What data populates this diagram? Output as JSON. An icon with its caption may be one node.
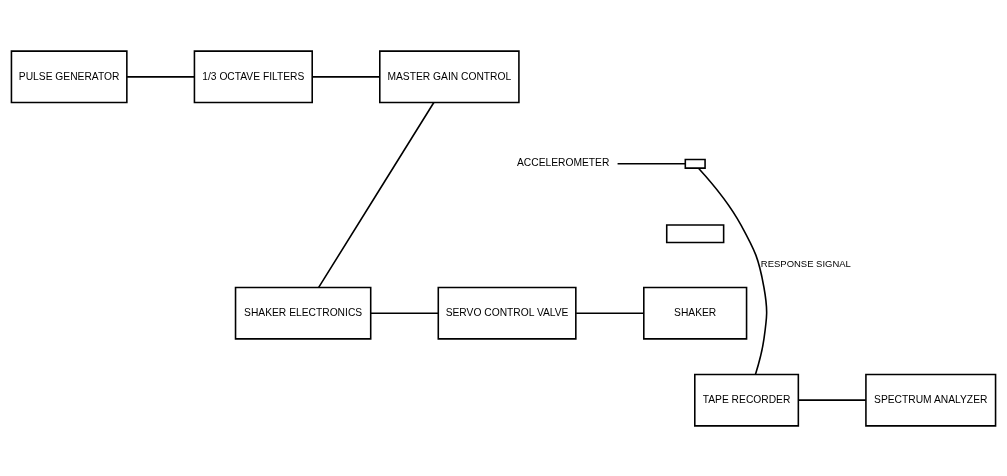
{
  "diagram": {
    "nodes": [
      {
        "text": [
          "PULSE GENERATOR"
        ]
      },
      {
        "text": [
          "1/3 OCTAVE FILTERS"
        ]
      },
      {
        "text": [
          "MASTER GAIN CONTROL"
        ]
      },
      {
        "text": [
          "SHAKER ELECTRONICS"
        ]
      },
      {
        "text": [
          "SERVO CONTROL VALVE"
        ]
      },
      {
        "text": [
          "SHAKER"
        ]
      },
      {
        "text": [],
        "shape": "box"
      },
      {
        "text": [],
        "shape": "box"
      },
      {
        "text": [
          "ACCELEROMETER"
        ]
      },
      {
        "text": [
          "TAPE RECORDER"
        ]
      },
      {
        "text": [
          "SPECTRUM ANALYZER"
        ]
      }
    ],
    "edges": [
      {
        "from": 0,
        "to": 1,
        "arrow": "none"
      },
      {
        "from": 1,
        "to": 2,
        "arrow": "none"
      },
      {
        "from": 2,
        "to": 3,
        "arrow": "none"
      },
      {
        "from": 3,
        "to": 4,
        "arrow": "none"
      },
      {
        "from": 4,
        "to": 5,
        "arrow": "none"
      },
      {
        "from": 8,
        "to": 7,
        "arrow": "none"
      },
      {
        "from": 7,
        "to": 9,
        "arrow": "none",
        "label": "RESPONSE SIGNAL"
      },
      {
        "from": 9,
        "to": 10,
        "arrow": "none"
      }
    ]
  }
}
